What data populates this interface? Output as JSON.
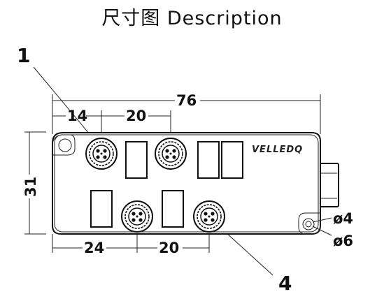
{
  "title": "尺寸图  Description",
  "callouts": {
    "top_left": "1",
    "bottom_right": "4"
  },
  "dimensions": {
    "overall_width": "76",
    "top_first": "14",
    "top_spacing": "20",
    "height": "31",
    "bottom_first": "24",
    "bottom_spacing": "20",
    "hole_inner": "ø4",
    "hole_outer": "ø6"
  },
  "brand": "VELLEDQ"
}
